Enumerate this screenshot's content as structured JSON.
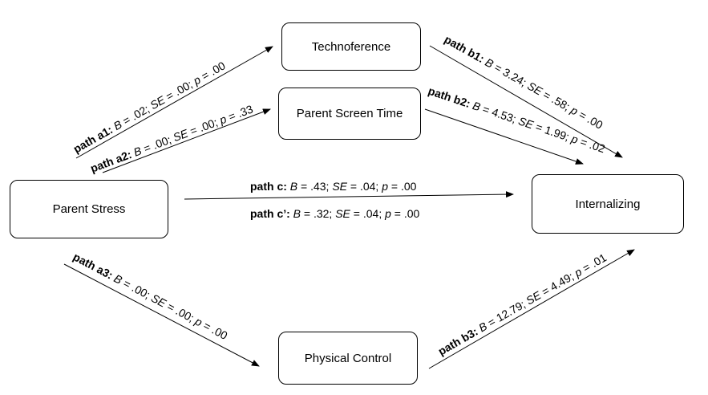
{
  "nodes": {
    "technoference": "Technoference",
    "parent_screen_time": "Parent Screen Time",
    "parent_stress": "Parent Stress",
    "internalizing": "Internalizing",
    "physical_control": "Physical Control"
  },
  "paths": {
    "a1": {
      "name": "path a1:",
      "b_label": "B",
      "b_value": " = .02; ",
      "se_label": "SE",
      "se_value": " = .00; ",
      "p_label": "p",
      "p_value": " = .00"
    },
    "a2": {
      "name": "path a2:",
      "b_label": "B",
      "b_value": " = .00; ",
      "se_label": "SE",
      "se_value": " = .00; ",
      "p_label": "p",
      "p_value": " = .33"
    },
    "b1": {
      "name": "path b1:",
      "b_label": "B",
      "b_value": " = 3.24; ",
      "se_label": "SE",
      "se_value": " = .58; ",
      "p_label": "p",
      "p_value": " = .00"
    },
    "b2": {
      "name": "path b2:",
      "b_label": "B",
      "b_value": " = 4.53; ",
      "se_label": "SE",
      "se_value": " = 1.99; ",
      "p_label": "p",
      "p_value": " = .02"
    },
    "c": {
      "name": "path c:",
      "b_label": "B",
      "b_value": " = .43; ",
      "se_label": "SE",
      "se_value": " = .04; ",
      "p_label": "p",
      "p_value": " = .00"
    },
    "c_prime": {
      "name": "path c’:",
      "b_label": "B",
      "b_value": " = .32; ",
      "se_label": "SE",
      "se_value": " = .04; ",
      "p_label": "p",
      "p_value": " = .00"
    },
    "a3": {
      "name": "path a3:",
      "b_label": "B",
      "b_value": " = .00; ",
      "se_label": "SE",
      "se_value": " = .00; ",
      "p_label": "p",
      "p_value": " = .00"
    },
    "b3": {
      "name": "path b3:",
      "b_label": "B",
      "b_value": " = 12.79; ",
      "se_label": "SE",
      "se_value": " = 4.49; ",
      "p_label": "p",
      "p_value": " = .01"
    }
  }
}
